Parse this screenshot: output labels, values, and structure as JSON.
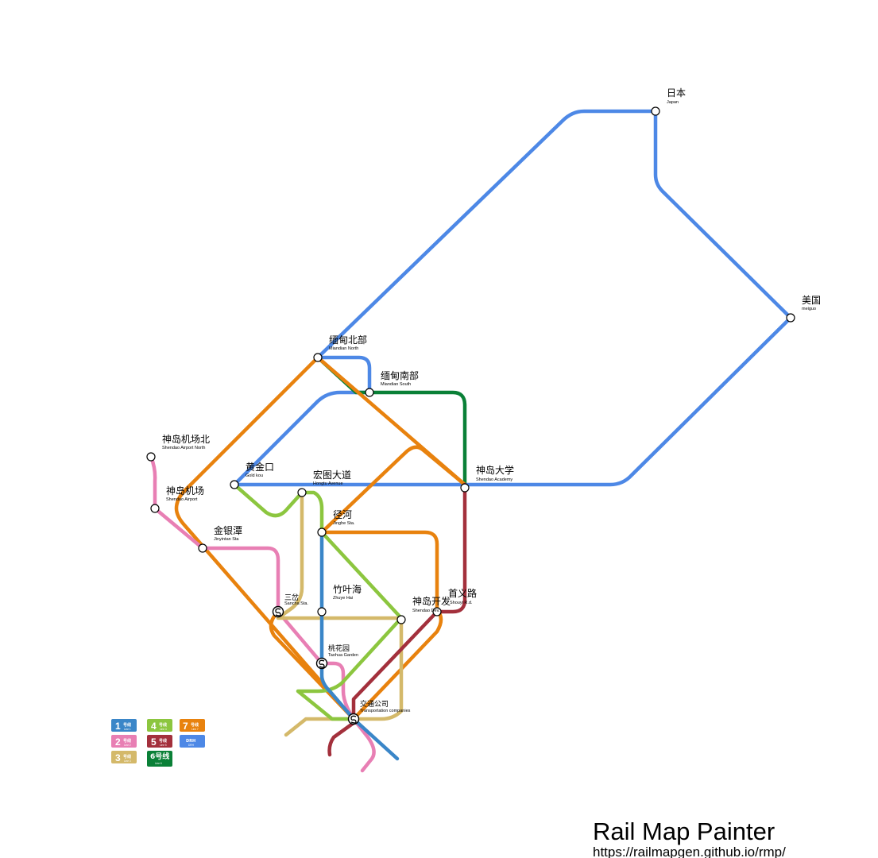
{
  "colors": {
    "line1": "#3a86c8",
    "line2": "#e87fb4",
    "line3": "#d4b96a",
    "line4": "#8cc63f",
    "line5": "#a3303c",
    "line6": "#0a8037",
    "line7": "#e8820e",
    "drh": "#4d88e6"
  },
  "stations": {
    "japan": {
      "zh": "日本",
      "en": "Japan"
    },
    "usa": {
      "zh": "美国",
      "en": "meiguo"
    },
    "miandian_north": {
      "zh": "缅甸北部",
      "en": "Miandian North"
    },
    "miandian_south": {
      "zh": "缅甸南部",
      "en": "Miandian South"
    },
    "airport_north": {
      "zh": "神岛机场北",
      "en": "Shendao Airport North"
    },
    "airport": {
      "zh": "神岛机场",
      "en": "Shendao Airport"
    },
    "gold_kou": {
      "zh": "黄金口",
      "en": "Gold kou"
    },
    "hongtu": {
      "zh": "宏图大道",
      "en": "Hongtu Avenue"
    },
    "academy": {
      "zh": "神岛大学",
      "en": "Shendao Academy"
    },
    "jinghe": {
      "zh": "径河",
      "en": "Jinghe Sta."
    },
    "jinyintan": {
      "zh": "金银潭",
      "en": "Jinyintan Sta"
    },
    "sancha": {
      "zh": "三岔",
      "en": "Sancha Sta."
    },
    "zhuyehai": {
      "zh": "竹叶海",
      "en": "Zhuye Hai"
    },
    "shendao_dev": {
      "zh": "神岛开发",
      "en": "Shendao Dev."
    },
    "shouyi": {
      "zh": "首义路",
      "en": "Shouyi R.d."
    },
    "taohuayuan": {
      "zh": "桃花园",
      "en": "Taohua Garden"
    },
    "jiaotong": {
      "zh": "交通公司",
      "en": "Transportation companies"
    }
  },
  "legend": [
    {
      "num": "1",
      "label": "号线",
      "sub": "Line 1",
      "color": "#3a86c8"
    },
    {
      "num": "4",
      "label": "号线",
      "sub": "Line 4",
      "color": "#8cc63f"
    },
    {
      "num": "7",
      "label": "号线",
      "sub": "Line 7",
      "color": "#e8820e"
    },
    {
      "num": "2",
      "label": "号线",
      "sub": "Line 2",
      "color": "#e87fb4"
    },
    {
      "num": "5",
      "label": "号线",
      "sub": "Line 5",
      "color": "#a3303c"
    },
    {
      "num": "",
      "label": "DRH",
      "sub": "DRH",
      "color": "#4d88e6"
    },
    {
      "num": "3",
      "label": "号线",
      "sub": "Line 3",
      "color": "#d4b96a"
    },
    {
      "num": "",
      "label": "6号线",
      "sub": "Line 6",
      "color": "#0a8037"
    }
  ],
  "brand": {
    "title": "Rail Map Painter",
    "url": "https://railmapgen.github.io/rmp/"
  }
}
